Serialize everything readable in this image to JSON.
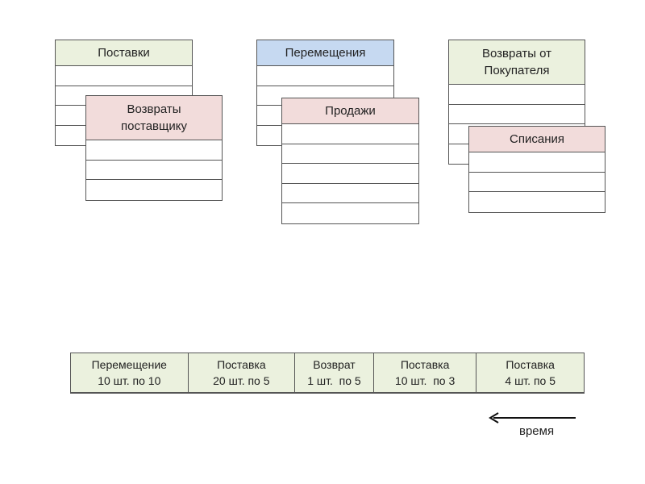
{
  "tables": [
    {
      "id": "postavki",
      "title": "Поставки",
      "color": "green",
      "rows": 4
    },
    {
      "id": "peremeshcheniya",
      "title": "Перемещения",
      "color": "blue",
      "rows": 4
    },
    {
      "id": "vozvraty-ot-pokupatelya",
      "title": "Возвраты от Покупателя",
      "color": "green",
      "rows": 4
    },
    {
      "id": "vozvraty-postavshchiku",
      "title": "Возвраты поставщику",
      "color": "pink",
      "rows": 3
    },
    {
      "id": "prodazhi",
      "title": "Продажи",
      "color": "pink",
      "rows": 5
    },
    {
      "id": "spisaniya",
      "title": "Списания",
      "color": "pink",
      "rows": 3
    }
  ],
  "timeline": [
    {
      "line1": "Перемещение",
      "line2": "10 шт. по 10"
    },
    {
      "line1": "Поставка",
      "line2": "20 шт. по 5"
    },
    {
      "line1": "Возврат",
      "line2": "1 шт.  по 5"
    },
    {
      "line1": "Поставка",
      "line2": "10 шт.  по 3"
    },
    {
      "line1": "Поставка",
      "line2": "4 шт. по 5"
    }
  ],
  "time_label": "время",
  "colors": {
    "green": "#ebf1de",
    "pink": "#f2dcdb",
    "blue": "#c6d9f1",
    "border": "#555555"
  }
}
